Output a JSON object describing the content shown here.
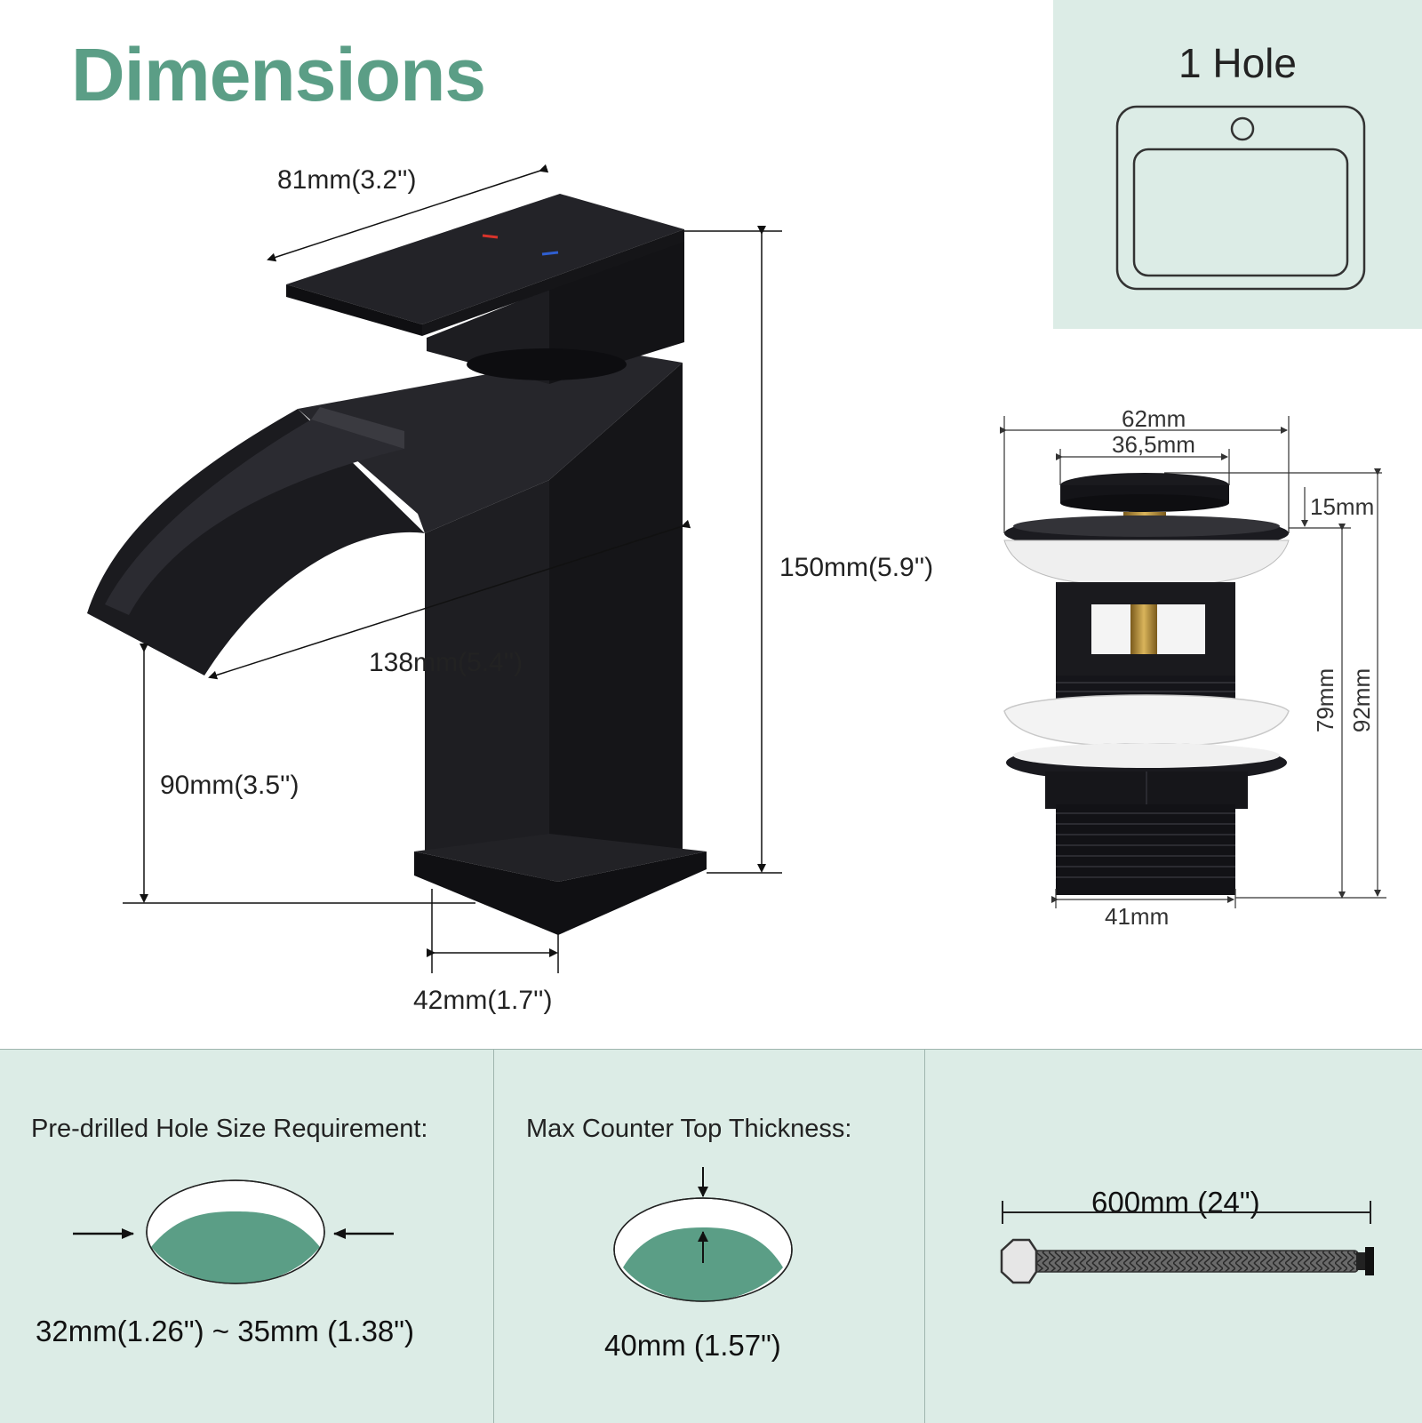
{
  "title": "Dimensions",
  "faucet": {
    "handle_length": "81mm(3.2'')",
    "height": "150mm(5.9'')",
    "spout_length": "138mm(5.4'')",
    "spout_height": "90mm(3.5'')",
    "base_width": "42mm(1.7'')"
  },
  "hole_panel": {
    "title": "1 Hole"
  },
  "drain": {
    "flange_diameter": "62mm",
    "cap_diameter": "36,5mm",
    "cap_height": "15mm",
    "body_length": "79mm",
    "total_length": "92mm",
    "thread_diameter": "41mm"
  },
  "bottom": {
    "hole_size": {
      "label": "Pre-drilled Hole Size Requirement:",
      "value": "32mm(1.26\") ~ 35mm (1.38\")"
    },
    "thickness": {
      "label": "Max Counter Top Thickness:",
      "value": "40mm (1.57\")"
    },
    "hose": {
      "value": "600mm (24\")"
    }
  },
  "colors": {
    "accent": "#5b9e86",
    "panel": "#dcece6",
    "hot": "#d9332b",
    "cold": "#2f5fd1"
  }
}
